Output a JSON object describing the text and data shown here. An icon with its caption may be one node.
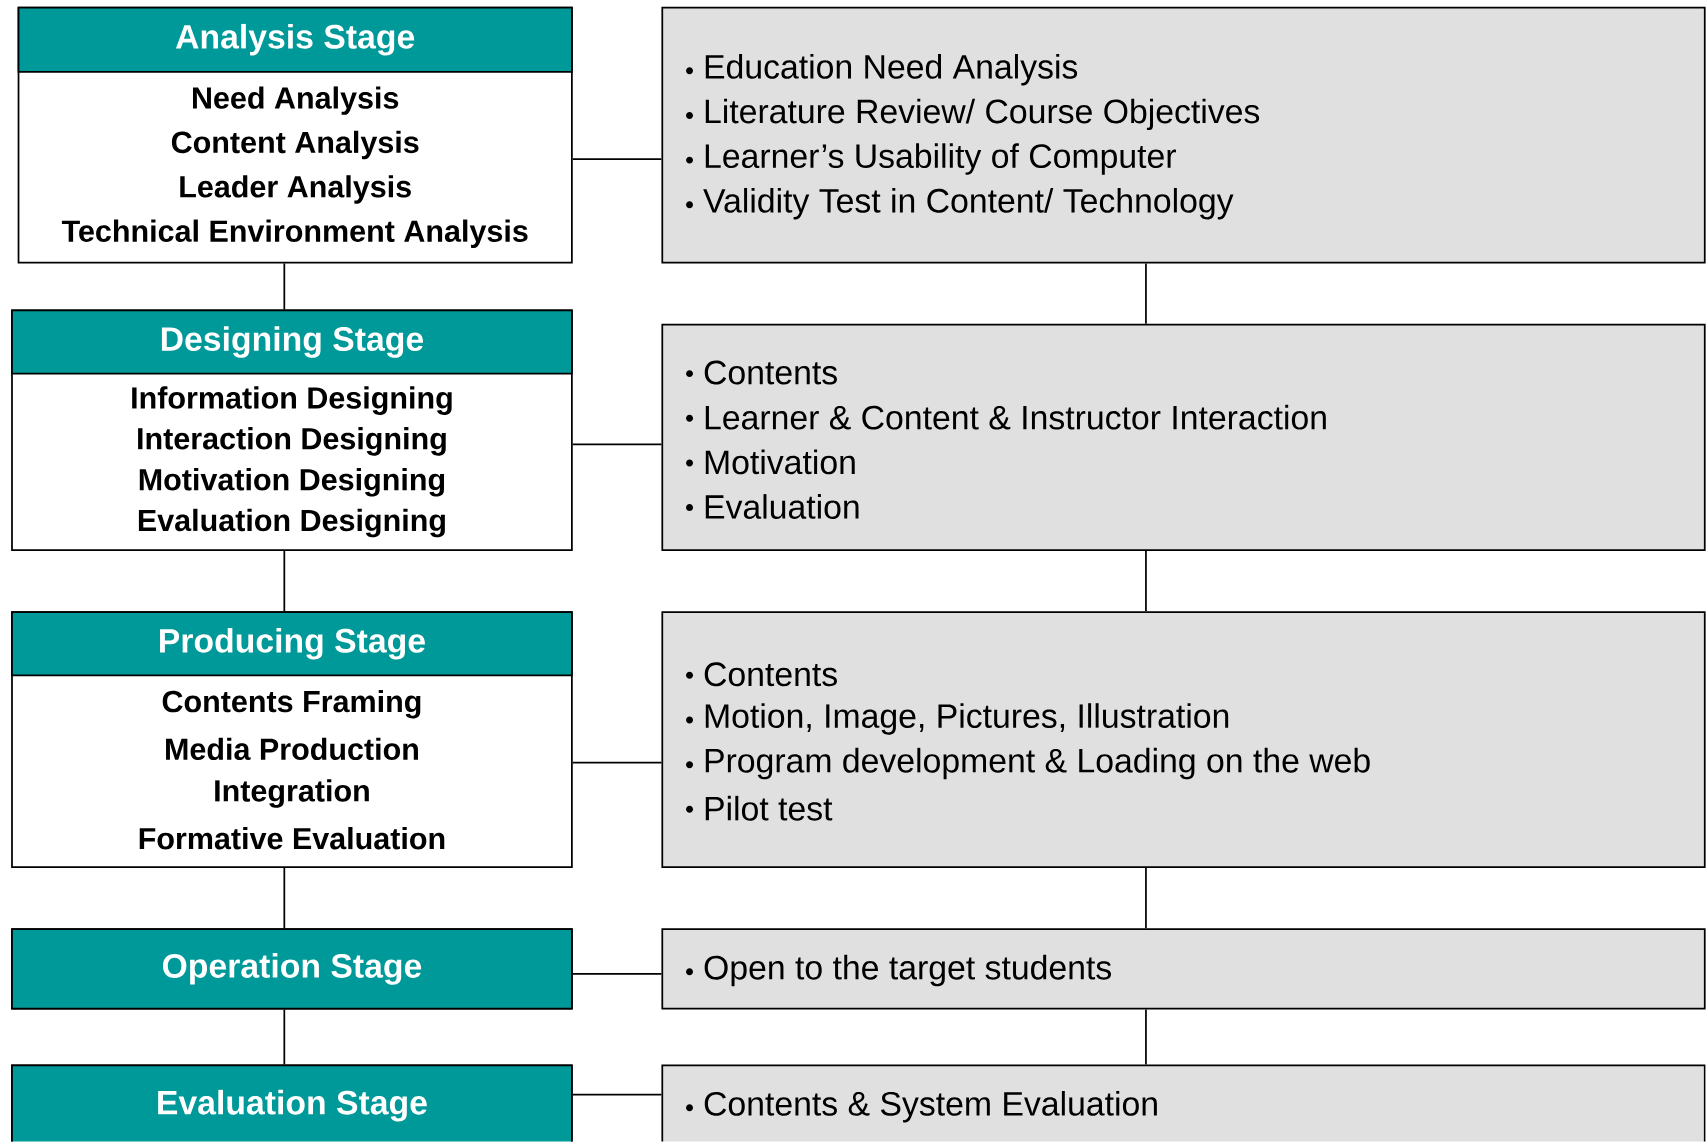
{
  "diagram": {
    "nodes": [
      {
        "text": [
          "Analysis Stage",
          "Need Analysis",
          "Content Analysis",
          "Leader Analysis",
          "Technical Environment Analysis"
        ]
      },
      {
        "text": [
          "Education Need Analysis",
          "Literature Review/ Course Objectives",
          "Learner’s Usability of Computer",
          "Validity Test in Content/ Technology"
        ]
      },
      {
        "text": [
          "Designing Stage",
          "Information Designing",
          "Interaction Designing",
          "Motivation Designing",
          "Evaluation Designing"
        ]
      },
      {
        "text": [
          "Contents",
          "Learner & Content & Instructor Interaction",
          "Motivation",
          "Evaluation"
        ]
      },
      {
        "text": [
          "Producing Stage",
          "Contents Framing",
          "Media Production",
          "Integration",
          "Formative Evaluation"
        ]
      },
      {
        "text": [
          "Contents",
          "Motion, Image, Pictures, Illustration",
          "Program development & Loading on the web",
          "Pilot test"
        ]
      },
      {
        "text": [
          "Operation Stage"
        ]
      },
      {
        "text": [
          "Open to the target students"
        ]
      },
      {
        "text": [
          "Evaluation Stage"
        ]
      },
      {
        "text": [
          "Contents & System Evaluation"
        ]
      }
    ],
    "edges": [
      {
        "from": 0,
        "to": 1,
        "arrow": "none"
      },
      {
        "from": 2,
        "to": 3,
        "arrow": "none"
      },
      {
        "from": 4,
        "to": 5,
        "arrow": "none"
      },
      {
        "from": 6,
        "to": 7,
        "arrow": "none"
      },
      {
        "from": 8,
        "to": 9,
        "arrow": "none"
      },
      {
        "from": 0,
        "to": 2,
        "arrow": "none"
      },
      {
        "from": 2,
        "to": 4,
        "arrow": "none"
      },
      {
        "from": 4,
        "to": 6,
        "arrow": "none"
      },
      {
        "from": 6,
        "to": 8,
        "arrow": "none"
      },
      {
        "from": 1,
        "to": 3,
        "arrow": "none"
      },
      {
        "from": 3,
        "to": 5,
        "arrow": "none"
      },
      {
        "from": 5,
        "to": 7,
        "arrow": "none"
      },
      {
        "from": 7,
        "to": 9,
        "arrow": "none"
      }
    ]
  }
}
